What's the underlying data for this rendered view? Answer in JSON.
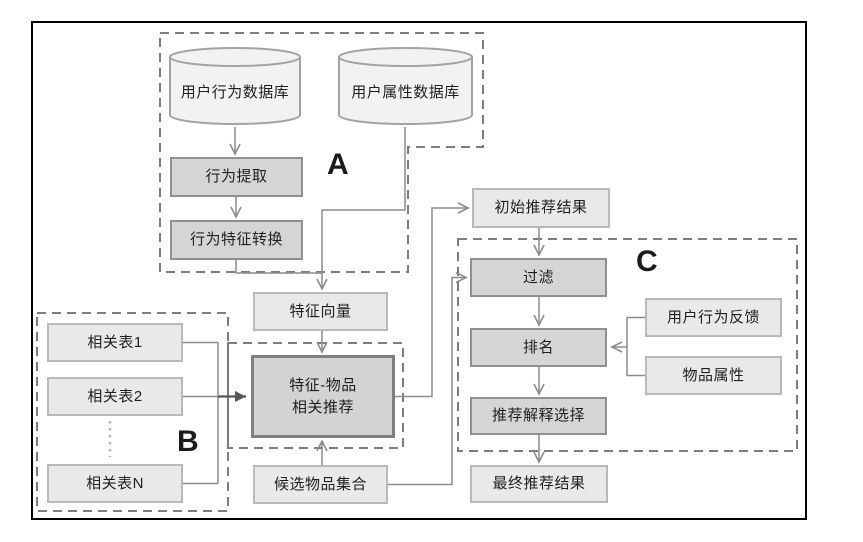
{
  "diagram": {
    "regions": {
      "a": "A",
      "b": "B",
      "c": "C"
    },
    "nodes": {
      "user_behavior_db": "用户行为数据库",
      "user_attr_db": "用户属性数据库",
      "behavior_extract": "行为提取",
      "behavior_feature_transform": "行为特征转换",
      "feature_vector": "特征向量",
      "feature_item_recommend": "特征-物品\n相关推荐",
      "candidate_items": "候选物品集合",
      "corr_table_1": "相关表1",
      "corr_table_2": "相关表2",
      "corr_table_n": "相关表N",
      "initial_results": "初始推荐结果",
      "filter": "过滤",
      "ranking": "排名",
      "explain_select": "推荐解释选择",
      "final_results": "最终推荐结果",
      "user_feedback": "用户行为反馈",
      "item_attrs": "物品属性"
    },
    "edges": [
      {
        "from": "用户行为数据库",
        "to": "行为提取"
      },
      {
        "from": "行为提取",
        "to": "行为特征转换"
      },
      {
        "from": "行为特征转换",
        "to": "特征向量"
      },
      {
        "from": "用户属性数据库",
        "to": "特征向量"
      },
      {
        "from": "特征向量",
        "to": "特征-物品相关推荐"
      },
      {
        "from": "相关表1/相关表2/相关表N",
        "to": "特征-物品相关推荐"
      },
      {
        "from": "候选物品集合",
        "to": "特征-物品相关推荐"
      },
      {
        "from": "特征-物品相关推荐",
        "to": "初始推荐结果"
      },
      {
        "from": "候选物品集合",
        "to": "过滤"
      },
      {
        "from": "初始推荐结果",
        "to": "过滤"
      },
      {
        "from": "过滤",
        "to": "排名"
      },
      {
        "from": "用户行为反馈/物品属性",
        "to": "排名"
      },
      {
        "from": "排名",
        "to": "推荐解释选择"
      },
      {
        "from": "推荐解释选择",
        "to": "最终推荐结果"
      }
    ],
    "colors": {
      "background": "#ffffff",
      "frame_border": "#000000",
      "dashed_outline": "#7d7d7d",
      "node_dark_fill": "#d5d5d5",
      "node_dark_border": "#909090",
      "node_light_fill": "#e9e9e9",
      "node_light_border": "#b9b9b9",
      "big_node_fill": "#d3d3d3",
      "big_node_border": "#7f7f7f",
      "cylinder_fill": "#f2f2f2",
      "cylinder_border": "#a3a3a3",
      "connector": "#8c8c8c",
      "strong_arrow": "#565656",
      "text": "#1f1f1f"
    }
  }
}
